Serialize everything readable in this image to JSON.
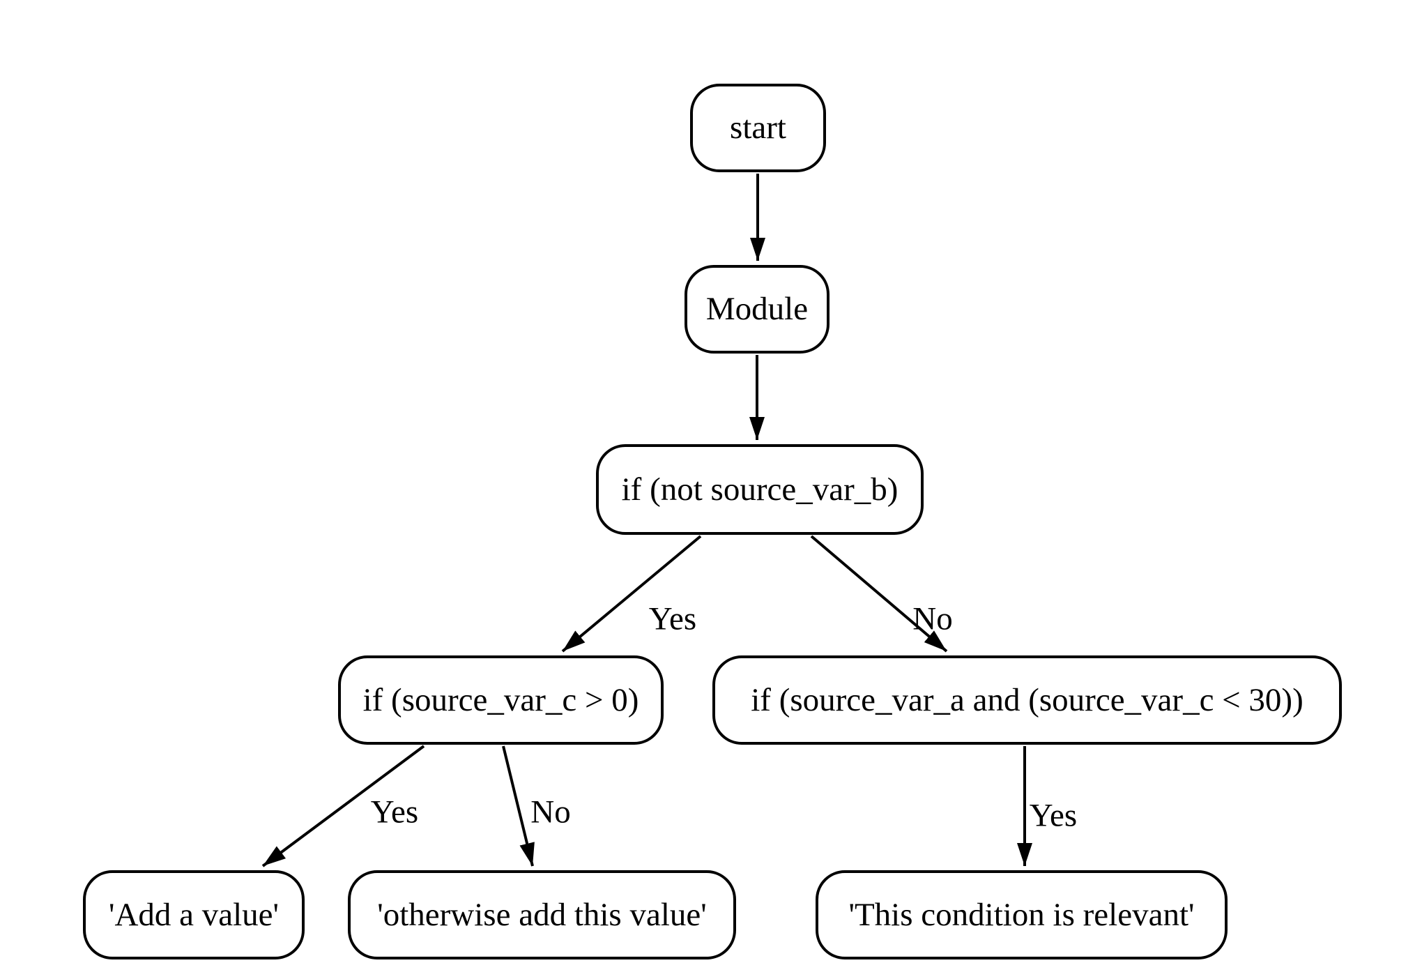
{
  "diagram": {
    "type": "flowchart",
    "background_color": "#ffffff",
    "node_fill_color": "#ffffff",
    "node_border_color": "#000000",
    "edge_color": "#000000",
    "text_color": "#000000",
    "nodes": {
      "start": {
        "label": "start"
      },
      "module": {
        "label": "Module"
      },
      "cond_not_b": {
        "label": "if (not source_var_b)"
      },
      "cond_c_gt_0": {
        "label": "if (source_var_c > 0)"
      },
      "cond_a_and_c_lt_30": {
        "label": "if (source_var_a and (source_var_c < 30))"
      },
      "add_a_value": {
        "label": "'Add a value'"
      },
      "otherwise_add_value": {
        "label": "'otherwise add this value'"
      },
      "condition_relevant": {
        "label": "'This condition is relevant'"
      }
    },
    "edges": [
      {
        "from": "start",
        "to": "module",
        "label": ""
      },
      {
        "from": "module",
        "to": "cond_not_b",
        "label": ""
      },
      {
        "from": "cond_not_b",
        "to": "cond_c_gt_0",
        "label": "Yes"
      },
      {
        "from": "cond_not_b",
        "to": "cond_a_and_c_lt_30",
        "label": "No"
      },
      {
        "from": "cond_c_gt_0",
        "to": "add_a_value",
        "label": "Yes"
      },
      {
        "from": "cond_c_gt_0",
        "to": "otherwise_add_value",
        "label": "No"
      },
      {
        "from": "cond_a_and_c_lt_30",
        "to": "condition_relevant",
        "label": "Yes"
      }
    ]
  }
}
